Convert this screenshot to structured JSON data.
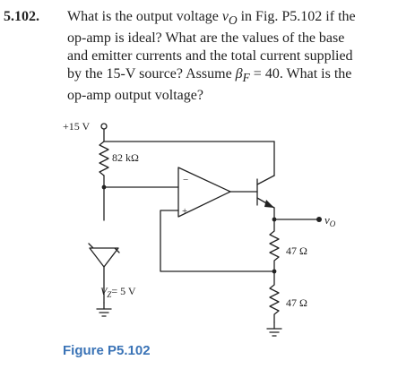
{
  "problem": {
    "number": "5.102.",
    "lines": [
      {
        "before": "What is the output voltage ",
        "var": "v",
        "sub": "O",
        "after": " in Fig. P5.102 if the"
      },
      {
        "text": "op-amp is ideal? What are the values of the base"
      },
      {
        "text": "and emitter currents and the total current supplied"
      },
      {
        "before": "by the 15-V source? Assume ",
        "var": "β",
        "sub": "F",
        "after": " = 40. What is the"
      },
      {
        "text": "op-amp output voltage?"
      }
    ]
  },
  "circuit": {
    "supply_label": "+15 V",
    "r1_label": "82 kΩ",
    "zener_label": "V",
    "zener_sub": "Z",
    "zener_value": "= 5 V",
    "r2_label": "47 Ω",
    "r3_label": "47 Ω",
    "output_var": "v",
    "output_sub": "O",
    "opamp_minus": "−",
    "opamp_plus": "+"
  },
  "figure": {
    "caption": "Figure P5.102",
    "caption_color": "#3a73b6"
  }
}
